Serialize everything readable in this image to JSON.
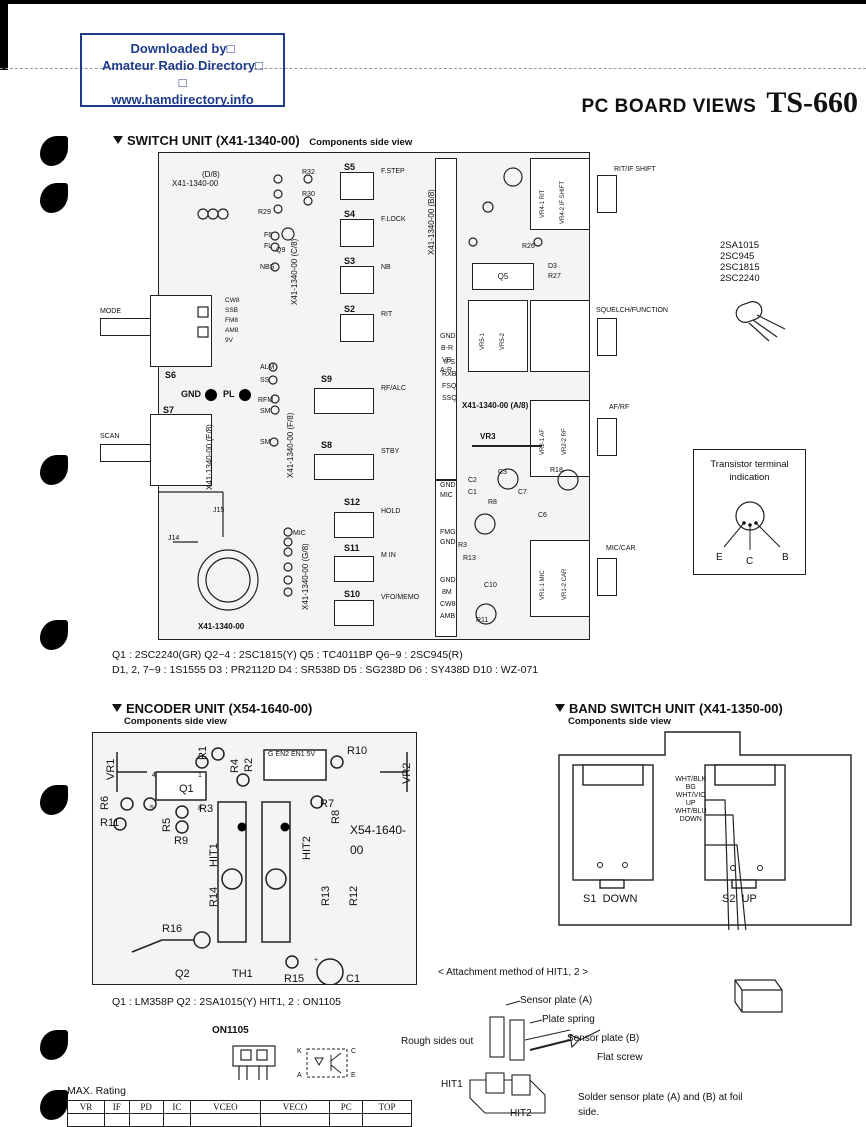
{
  "stamp": {
    "line1": "Downloaded by□",
    "line2": "Amateur Radio Directory□",
    "line3": "□",
    "line4": "www.hamdirectory.info"
  },
  "header": {
    "title": "PC BOARD VIEWS",
    "model": "TS-660"
  },
  "switch_unit": {
    "title": "SWITCH UNIT (X41-1340-00)",
    "subtitle": "Components side view",
    "boards": [
      "X41-1340-00",
      "X41-1340-00 (B/8)",
      "X41-1340-00 (C/8)",
      "X41-1340-00 (A/8)",
      "X41-1340-00 (E/8)",
      "X41-1340-00 (F/8)",
      "X41-1340-00 (G/8)",
      "(D/8)"
    ],
    "switches": [
      {
        "id": "S5",
        "label": "F.STEP"
      },
      {
        "id": "S4",
        "label": "F.LOCK"
      },
      {
        "id": "S3",
        "label": "NB"
      },
      {
        "id": "S2",
        "label": "RIT"
      },
      {
        "id": "S9",
        "label": "RF/ALC"
      },
      {
        "id": "S8",
        "label": "STBY"
      },
      {
        "id": "S12",
        "label": "HOLD"
      },
      {
        "id": "S11",
        "label": "M IN"
      },
      {
        "id": "S10",
        "label": "VFO/MEMO"
      }
    ],
    "left_controls": [
      {
        "id": "S6",
        "label": "MODE"
      },
      {
        "id": "S7",
        "label": "SCAN"
      }
    ],
    "right_controls": [
      "RIT/IF SHIFT",
      "SQUELCH/FUNCTION",
      "AF/RF",
      "MIC/CAR"
    ],
    "mode_labels": [
      "CW8",
      "SSB",
      "FM8",
      "AM8",
      "9V"
    ],
    "misc": {
      "gnd": "GND",
      "pl": "PL",
      "vr4_1": "VR4-1 RIT",
      "vr4_2": "VR4-2 IF SHIFT",
      "vr5_1": "VR5-1",
      "vr5_2": "VR5-2",
      "vr2_1": "VR2-1 AF",
      "vr2_2": "VR2-2 RF",
      "vr1_1": "VR1-1 MIC",
      "vr1_2": "VR1-2 CAR",
      "vr3": "VR3",
      "q5": "Q5"
    },
    "transistor_types": [
      "2SA1015",
      "2SC945",
      "2SC1815",
      "2SC2240"
    ],
    "terminal": {
      "title": "Transistor terminal indication",
      "e": "E",
      "c": "C",
      "b": "B"
    },
    "notes": [
      "Q1 : 2SC2240(GR)   Q2~4 : 2SC1815(Y)   Q5 : TC4011BP   Q6~9 : 2SC945(R)",
      "D1, 2, 7~9 : 1S1555   D3 : PR2112D   D4 : SR538D   D5 : SG238D   D6 : SY438D   D10 : WZ-071"
    ]
  },
  "encoder_unit": {
    "title": "ENCODER UNIT (X54-1640-00)",
    "subtitle": "Components side view",
    "board_label": "X54-1640-00",
    "parts": [
      "VR1",
      "Q1",
      "R1",
      "R4",
      "R2",
      "R10",
      "VR2",
      "R6",
      "R11",
      "R3",
      "R5",
      "R9",
      "HIT1",
      "HIT2",
      "R7",
      "R8",
      "R14",
      "R13",
      "R12",
      "R16",
      "Q2",
      "TH1",
      "R15",
      "C1"
    ],
    "note": "Q1 : LM358P   Q2 : 2SA1015(Y)   HIT1, 2 : ON1105",
    "ic_label": [
      "G",
      "EN2",
      "EN1",
      "5V"
    ],
    "on1105": "ON1105",
    "max_rating_title": "MAX. Rating",
    "max_rating_headers": [
      "VR",
      "IF",
      "PD",
      "IC",
      "VCEO",
      "VECO",
      "PC",
      "TOP"
    ]
  },
  "band_switch": {
    "title": "BAND SWITCH UNIT (X41-1350-00)",
    "subtitle": "Components side view",
    "wires": [
      "WHT/BLK",
      "BG",
      "WHT/VIO",
      "UP",
      "WHT/BLU",
      "DOWN"
    ],
    "s1": "S1  DOWN",
    "s2": "S2  UP"
  },
  "attachment": {
    "title": "< Attachment method of HIT1, 2 >",
    "labels": [
      "Sensor plate (A)",
      "Plate spring",
      "Sensor plate (B)",
      "Flat screw",
      "Rough sides out",
      "HIT1",
      "HIT2"
    ],
    "note": "Solder sensor plate (A) and (B) at foil side."
  }
}
